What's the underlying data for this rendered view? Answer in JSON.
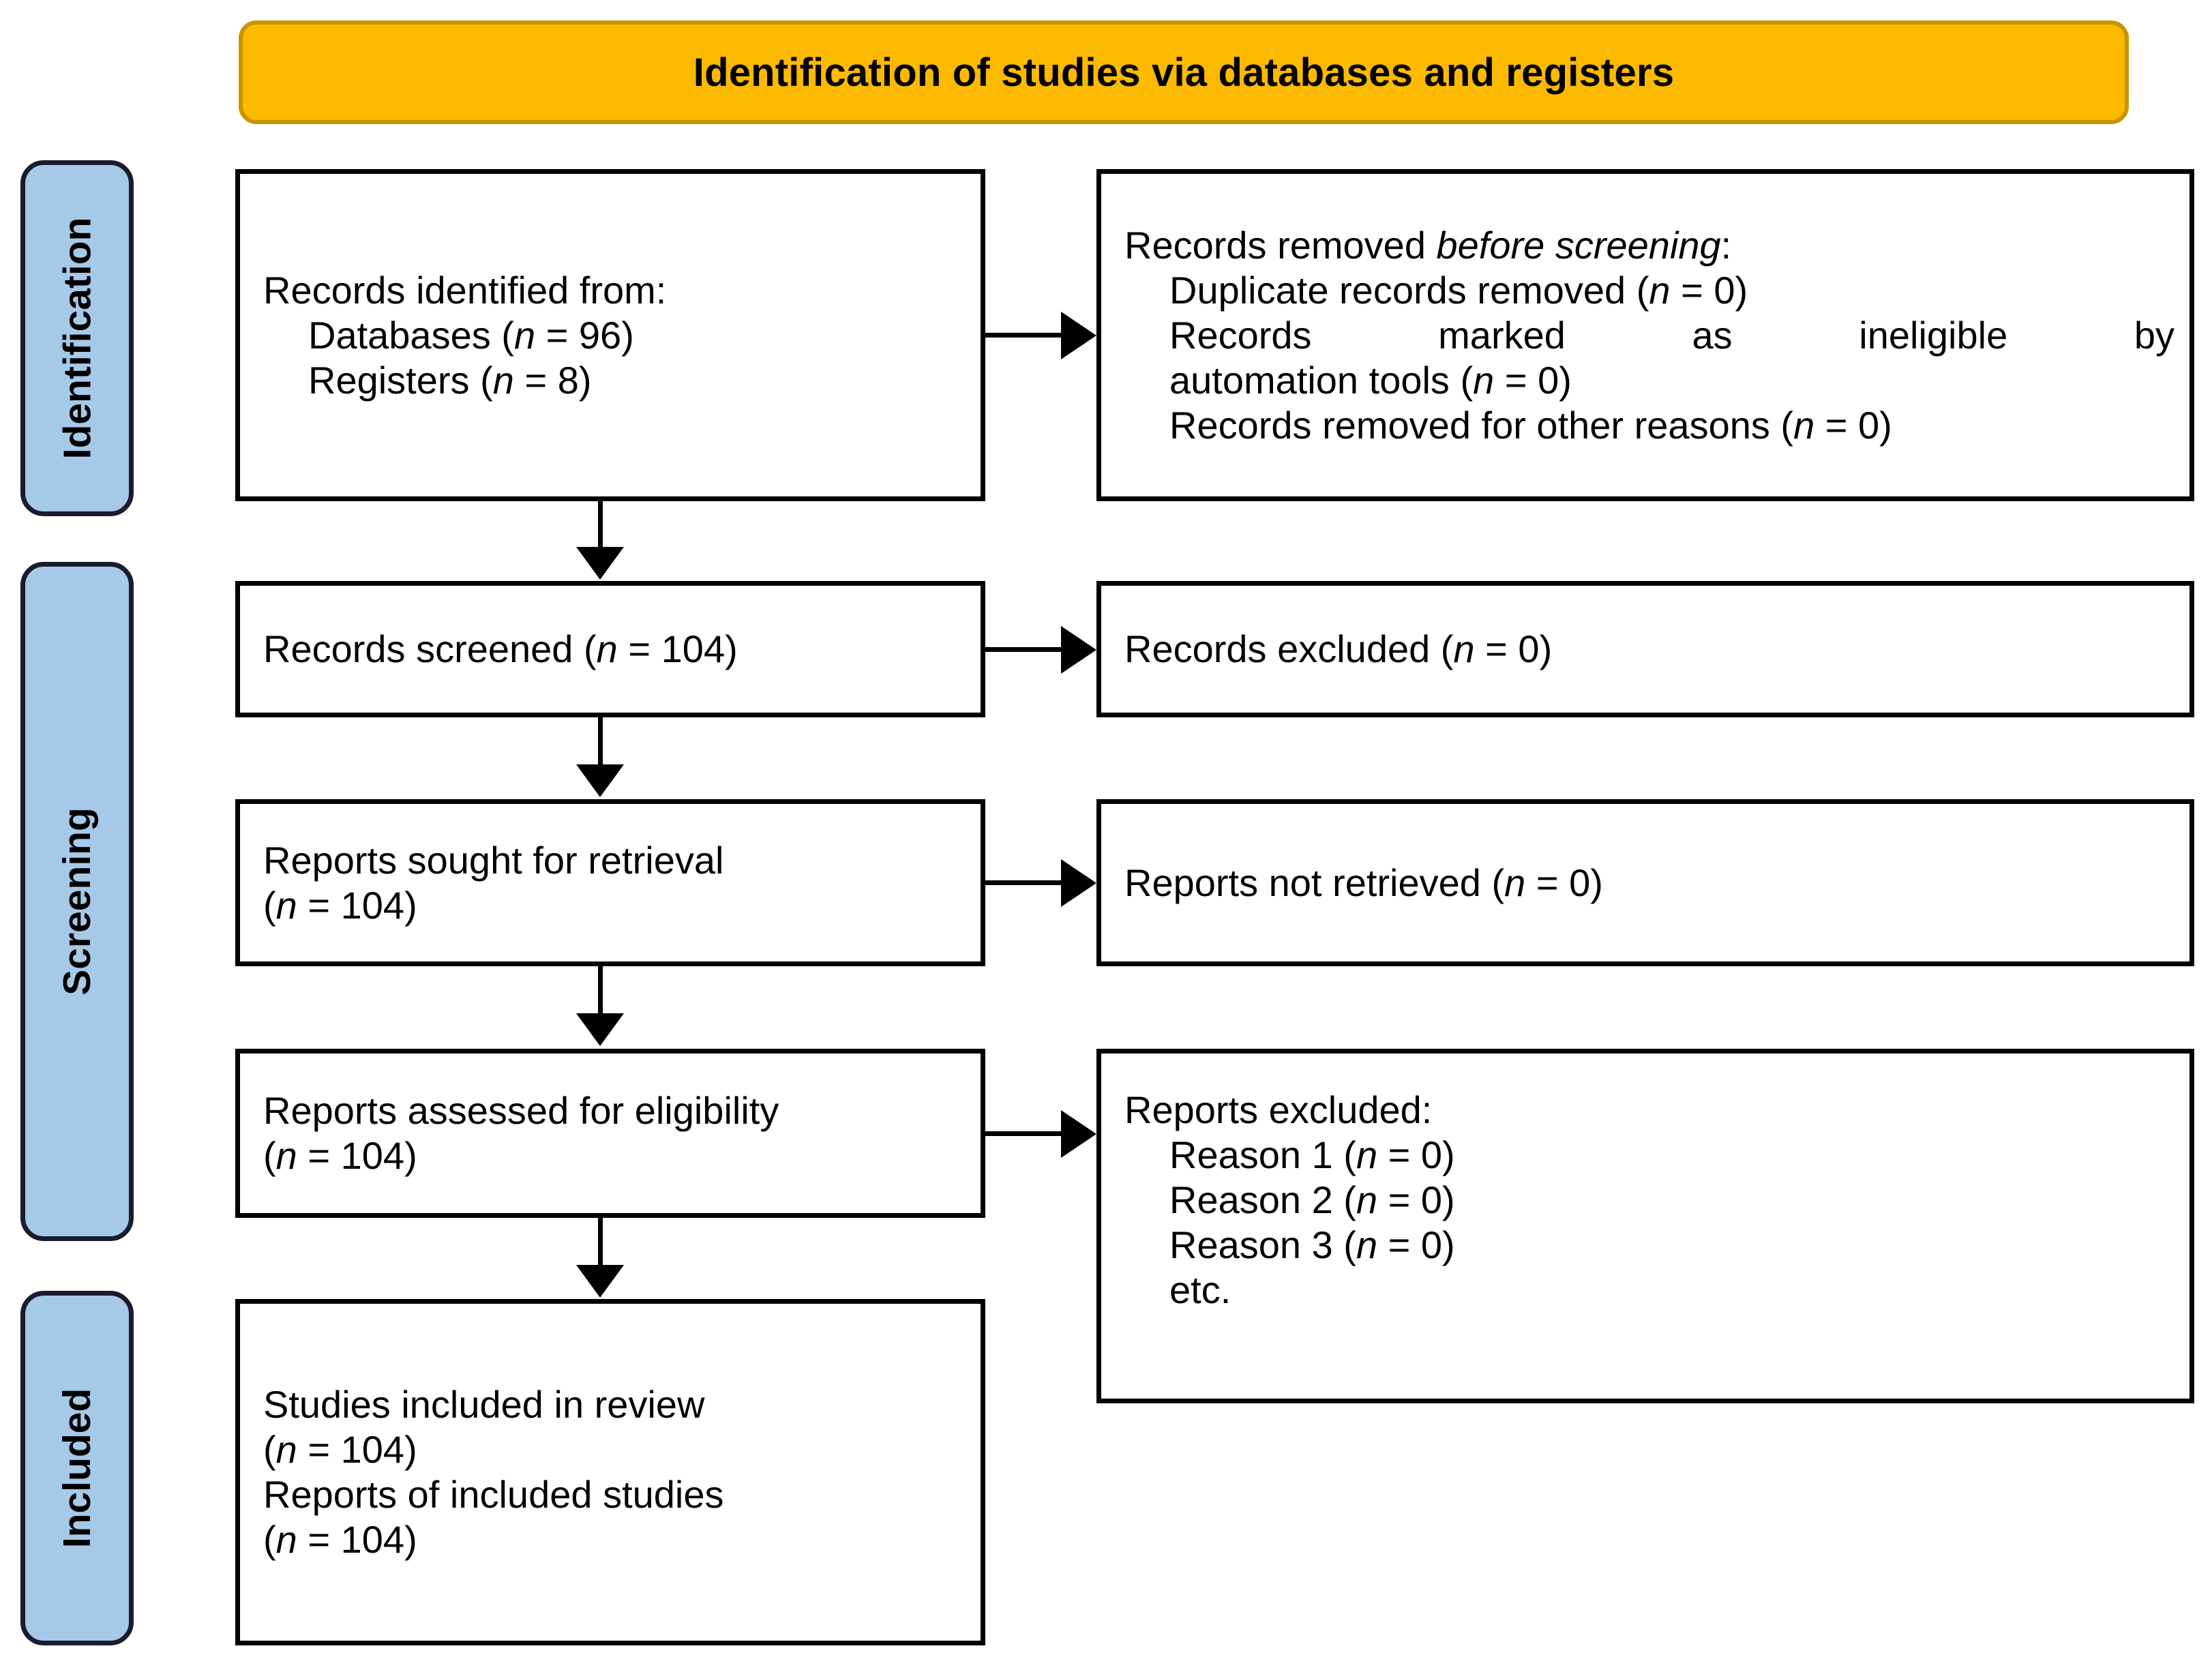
{
  "banner": {
    "title": "Identification of studies via databases and registers",
    "fill_color": "#FBB900",
    "border_color": "#C89400"
  },
  "stages": {
    "fill_color": "#A6C9E8",
    "border_color": "#1B1B2F",
    "identification": "Identification",
    "screening": "Screening",
    "included": "Included"
  },
  "boxes": {
    "identified": {
      "line1": "Records identified from:",
      "line2_label": "Databases (",
      "line2_n": "n",
      "line2_value": " = 96)",
      "line3_label": "Registers (",
      "line3_n": "n",
      "line3_value": " = 8)"
    },
    "removed_before": {
      "line1_a": "Records removed ",
      "line1_italic": "before screening",
      "line1_b": ":",
      "line2_a": "Duplicate records removed (",
      "line2_n": "n",
      "line2_b": " = 0)",
      "line3_a": "Records marked as ineligible by",
      "line4_a": "automation tools (",
      "line4_n": "n",
      "line4_b": " = 0)",
      "line5_a": "Records removed for other reasons (",
      "line5_n": "n",
      "line5_b": " = 0)"
    },
    "screened": {
      "label": "Records screened   (",
      "n": "n",
      "value": " = 104)"
    },
    "records_excluded": {
      "label": "Records excluded (",
      "n": "n",
      "value": " = 0)"
    },
    "sought": {
      "line1": "Reports sought for retrieval",
      "line2_a": "(",
      "line2_n": "n",
      "line2_b": " = 104)"
    },
    "not_retrieved": {
      "label": "Reports not retrieved (",
      "n": "n",
      "value": " = 0)"
    },
    "assessed": {
      "line1": "Reports assessed for eligibility",
      "line2_a": "(",
      "line2_n": "n",
      "line2_b": " = 104)"
    },
    "reports_excluded": {
      "line1": "Reports excluded:",
      "line2_a": "Reason 1 (",
      "line2_n": "n",
      "line2_b": " = 0)",
      "line3_a": "Reason 2 (",
      "line3_n": "n",
      "line3_b": " = 0)",
      "line4_a": "Reason 3 (",
      "line4_n": "n",
      "line4_b": " = 0)",
      "line5": "etc."
    },
    "included": {
      "line1": "Studies included in review",
      "line2_a": "(",
      "line2_n": "n",
      "line2_b": " = 104)",
      "line3": "Reports of included studies",
      "line4_a": "(",
      "line4_n": "n",
      "line4_b": " = 104)"
    }
  },
  "chart_data": {
    "type": "diagram",
    "title": "Identification of studies via databases and registers",
    "diagram_kind": "PRISMA 2020 flow diagram",
    "stages": [
      "Identification",
      "Screening",
      "Included"
    ],
    "nodes": [
      {
        "id": "identified",
        "stage": "Identification",
        "column": "left",
        "text": "Records identified from: Databases (n = 96); Registers (n = 8)",
        "counts": {
          "Databases": 96,
          "Registers": 8
        }
      },
      {
        "id": "removed_before",
        "stage": "Identification",
        "column": "right",
        "text": "Records removed before screening: Duplicate records removed (n = 0); Records marked as ineligible by automation tools (n = 0); Records removed for other reasons (n = 0)",
        "counts": {
          "Duplicate records removed": 0,
          "Records marked as ineligible by automation tools": 0,
          "Records removed for other reasons": 0
        }
      },
      {
        "id": "screened",
        "stage": "Screening",
        "column": "left",
        "text": "Records screened (n = 104)",
        "counts": {
          "Records screened": 104
        }
      },
      {
        "id": "records_excluded",
        "stage": "Screening",
        "column": "right",
        "text": "Records excluded (n = 0)",
        "counts": {
          "Records excluded": 0
        }
      },
      {
        "id": "sought",
        "stage": "Screening",
        "column": "left",
        "text": "Reports sought for retrieval (n = 104)",
        "counts": {
          "Reports sought for retrieval": 104
        }
      },
      {
        "id": "not_retrieved",
        "stage": "Screening",
        "column": "right",
        "text": "Reports not retrieved (n = 0)",
        "counts": {
          "Reports not retrieved": 0
        }
      },
      {
        "id": "assessed",
        "stage": "Screening",
        "column": "left",
        "text": "Reports assessed for eligibility (n = 104)",
        "counts": {
          "Reports assessed for eligibility": 104
        }
      },
      {
        "id": "reports_excluded",
        "stage": "Screening",
        "column": "right",
        "text": "Reports excluded: Reason 1 (n = 0); Reason 2 (n = 0); Reason 3 (n = 0); etc.",
        "counts": {
          "Reason 1": 0,
          "Reason 2": 0,
          "Reason 3": 0
        }
      },
      {
        "id": "included",
        "stage": "Included",
        "column": "left",
        "text": "Studies included in review (n = 104); Reports of included studies (n = 104)",
        "counts": {
          "Studies included in review": 104,
          "Reports of included studies": 104
        }
      }
    ],
    "edges": [
      {
        "from": "identified",
        "to": "removed_before",
        "direction": "right"
      },
      {
        "from": "identified",
        "to": "screened",
        "direction": "down"
      },
      {
        "from": "screened",
        "to": "records_excluded",
        "direction": "right"
      },
      {
        "from": "screened",
        "to": "sought",
        "direction": "down"
      },
      {
        "from": "sought",
        "to": "not_retrieved",
        "direction": "right"
      },
      {
        "from": "sought",
        "to": "assessed",
        "direction": "down"
      },
      {
        "from": "assessed",
        "to": "reports_excluded",
        "direction": "right"
      },
      {
        "from": "assessed",
        "to": "included",
        "direction": "down"
      }
    ]
  }
}
